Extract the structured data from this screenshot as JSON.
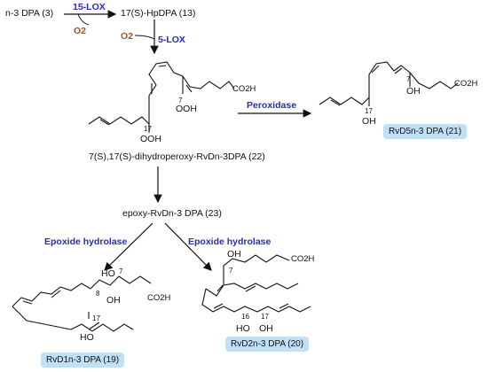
{
  "top": {
    "start": "n-3 DPA (3)",
    "enzyme1": "15-LOX",
    "o2a": "O2",
    "intermediate": "17(S)-HpDPA (13)",
    "o2b": "O2",
    "enzyme2": "5-LOX"
  },
  "compound22": {
    "label": "7(S),17(S)-dihydroperoxy-RvDn-3DPA (22)",
    "ooh7": "OOH",
    "ooh17": "OOH",
    "c7": "7",
    "c17": "17",
    "acid": "CO2H"
  },
  "peroxidase": {
    "label": "Peroxidase"
  },
  "rvd5": {
    "label": "RvD5n-3 DPA (21)",
    "oh7": "OH",
    "oh17": "OH",
    "c7": "7",
    "c17": "17",
    "acid": "CO2H"
  },
  "epoxy": {
    "label": "epoxy-RvDn-3 DPA (23)"
  },
  "hydrolase_left": "Epoxide hydrolase",
  "hydrolase_right": "Epoxide hydrolase",
  "rvd1": {
    "label": "RvD1n-3 DPA (19)",
    "oh7": "HO",
    "oh8": "OH",
    "oh17": "HO",
    "c7": "7",
    "c8": "8",
    "c17": "17",
    "acid": "CO2H"
  },
  "rvd2": {
    "label": "RvD2n-3 DPA (20)",
    "oh7": "OH",
    "oh16": "HO",
    "oh17": "OH",
    "c7": "7",
    "c16": "16",
    "c17": "17",
    "acid": "CO2H"
  },
  "colors": {
    "enzyme": "#2b2bb8",
    "oxygen": "#a0522d",
    "hydroxyl": "#8b1a1a",
    "pill": "#bfe0f5"
  }
}
